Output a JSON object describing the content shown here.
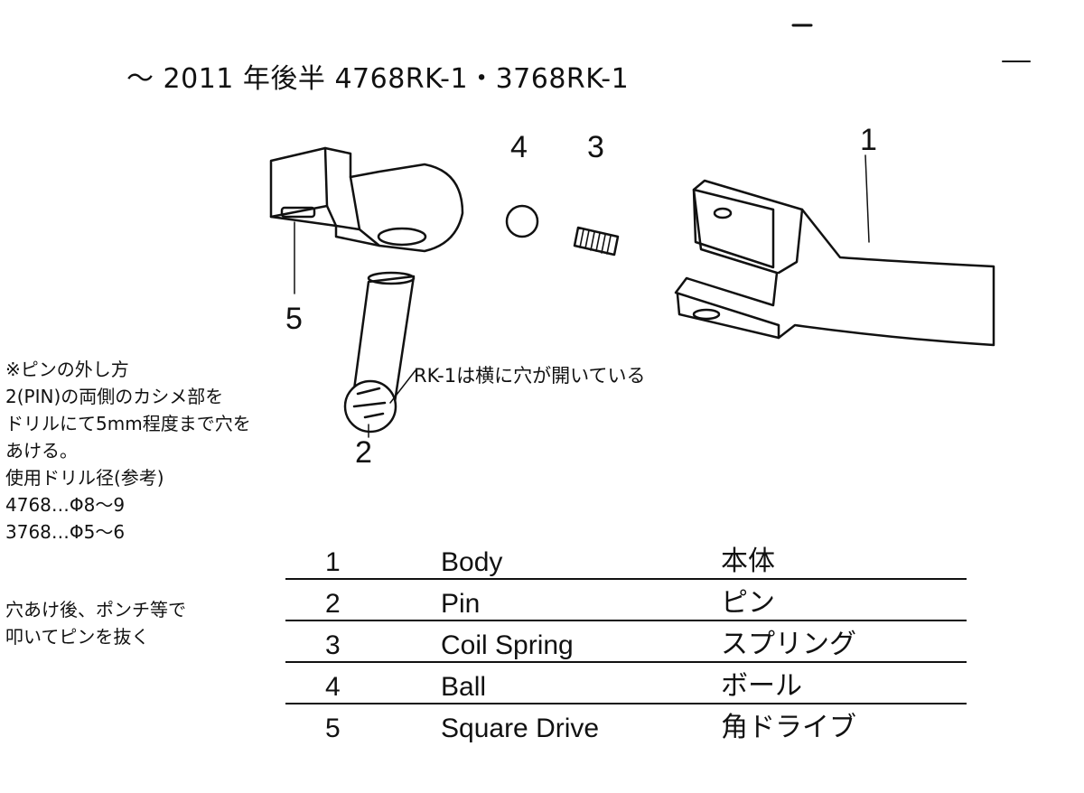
{
  "title": "～ 2011 年後半  4768RK-1・3768RK-1",
  "callouts": {
    "c1": "1",
    "c2": "2",
    "c3": "3",
    "c4": "4",
    "c5": "5"
  },
  "rk_note": "RK-1は横に穴が開いている",
  "note": {
    "heading": "※ピンの外し方",
    "body": "2(PIN)の両側のカシメ部を\nドリルにて5mm程度まで穴を\nあける。\n使用ドリル径(参考)\n4768…Φ8～9\n3768…Φ5～6",
    "after": "穴あけ後、ポンチ等で\n叩いてピンを抜く"
  },
  "parts": [
    {
      "num": "1",
      "en": "Body",
      "ja": "本体"
    },
    {
      "num": "2",
      "en": "Pin",
      "ja": "ピン"
    },
    {
      "num": "3",
      "en": "Coil Spring",
      "ja": "スプリング"
    },
    {
      "num": "4",
      "en": "Ball",
      "ja": "ボール"
    },
    {
      "num": "5",
      "en": "Square Drive",
      "ja": "角ドライブ"
    }
  ]
}
